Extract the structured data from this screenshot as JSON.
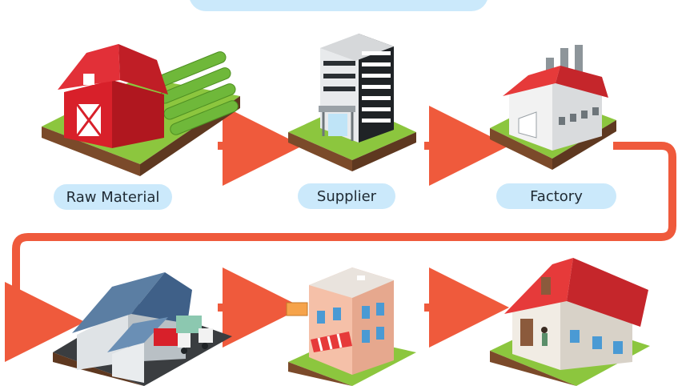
{
  "stages": [
    {
      "label": "Raw Material",
      "icon": "barn-farm-icon"
    },
    {
      "label": "Supplier",
      "icon": "office-building-icon"
    },
    {
      "label": "Factory",
      "icon": "factory-icon"
    },
    {
      "icon": "warehouse-icon"
    },
    {
      "icon": "retail-store-icon"
    },
    {
      "icon": "house-icon"
    }
  ],
  "colors": {
    "arrow": "#ef5a3c",
    "label_bg": "#cbe9fb",
    "grass": "#8cc63e",
    "soil": "#7b4a2a",
    "barn": "#d8202a",
    "roof": "#e63a3a",
    "title_bg": "#cbe9fb"
  }
}
